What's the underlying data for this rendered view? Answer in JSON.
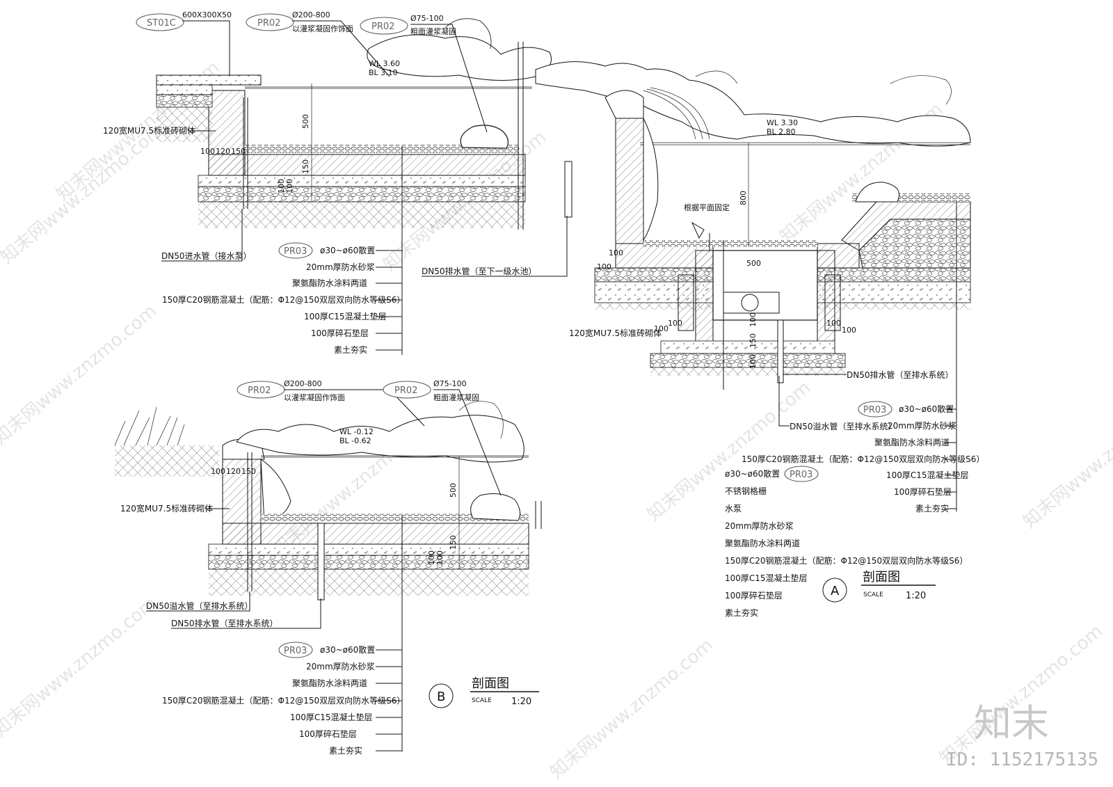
{
  "watermark": {
    "text": "知末网www.znzmo.com",
    "brand": "知末",
    "id": "ID: 1152175135"
  },
  "top_left": {
    "tags": {
      "st01c": "ST01C",
      "pr02a": "PR02",
      "pr02b": "PR02",
      "pr03": "PR03"
    },
    "st01c_spec": "600X300X50",
    "pr02a_spec1": "Ø200-800",
    "pr02a_spec2": "以灌浆凝固作饰面",
    "pr02b_spec1": "Ø75-100",
    "pr02b_spec2": "粗面灌浆凝固",
    "wl": "WL 3.60",
    "bl": "BL 3.10",
    "wall": "120宽MU7.5标准砖砌体",
    "dims": {
      "d1": "100",
      "d2": "120",
      "d3": "150",
      "depth": "500",
      "d4": "150",
      "d5": "100",
      "d6": "100"
    },
    "inlet": "DN50进水管（接水泵）",
    "drain": "DN50排水管（至下一级水池）",
    "layers": [
      "ø30~ø60散置",
      "20mm厚防水砂浆",
      "聚氨酯防水涂料两道",
      "150厚C20钢筋混凝土（配筋：Φ12@150双层双向防水等级S6）",
      "100厚C15混凝土垫层",
      "100厚碎石垫层",
      "素土夯实"
    ]
  },
  "section_a": {
    "wl": "WL 3.30",
    "bl": "BL 2.80",
    "depth": "800",
    "note": "根据平面固定",
    "box": "500",
    "wall": "120宽MU7.5标准砖砌体",
    "dims": {
      "a": "100",
      "b": "100",
      "c": "100",
      "d": "100",
      "e": "100",
      "f": "100",
      "g": "100",
      "h": "150",
      "i": "100"
    },
    "drain": "DN50排水管（至排水系统）",
    "overflow": "DN50溢水管（至排水系统）",
    "pr03": "PR03",
    "pr03b": "PR03",
    "layers_right": [
      "ø30~ø60散置",
      "20mm厚防水砂浆",
      "聚氨酯防水涂料两道",
      "150厚C20钢筋混凝土（配筋：Φ12@150双层双向防水等级S6）",
      "100厚C15混凝土垫层",
      "100厚碎石垫层",
      "素土夯实"
    ],
    "layers_left": [
      "ø30~ø60散置",
      "不锈钢格栅",
      "水泵",
      "20mm厚防水砂浆",
      "聚氨酯防水涂料两道",
      "150厚C20钢筋混凝土（配筋：Φ12@150双层双向防水等级S6）",
      "100厚C15混凝土垫层",
      "100厚碎石垫层",
      "素土夯实"
    ],
    "label": "A",
    "title": "剖面图",
    "scale_word": "SCALE",
    "scale": "1:20"
  },
  "section_b": {
    "tags": {
      "pr02a": "PR02",
      "pr02b": "PR02",
      "pr03": "PR03"
    },
    "pr02a_spec1": "Ø200-800",
    "pr02a_spec2": "以灌浆凝固作饰面",
    "pr02b_spec1": "Ø75-100",
    "pr02b_spec2": "粗面灌浆凝固",
    "wl": "WL -0.12",
    "bl": "BL -0.62",
    "wall": "120宽MU7.5标准砖砌体",
    "dims": {
      "d1": "100",
      "d2": "120",
      "d3": "150",
      "depth": "500",
      "d4": "150",
      "d5": "100",
      "d6": "100"
    },
    "overflow": "DN50溢水管（至排水系统）",
    "drain": "DN50排水管（至排水系统）",
    "layers": [
      "ø30~ø60散置",
      "20mm厚防水砂浆",
      "聚氨酯防水涂料两道",
      "150厚C20钢筋混凝土（配筋：Φ12@150双层双向防水等级S6）",
      "100厚C15混凝土垫层",
      "100厚碎石垫层",
      "素土夯实"
    ],
    "label": "B",
    "title": "剖面图",
    "scale_word": "SCALE",
    "scale": "1:20"
  }
}
